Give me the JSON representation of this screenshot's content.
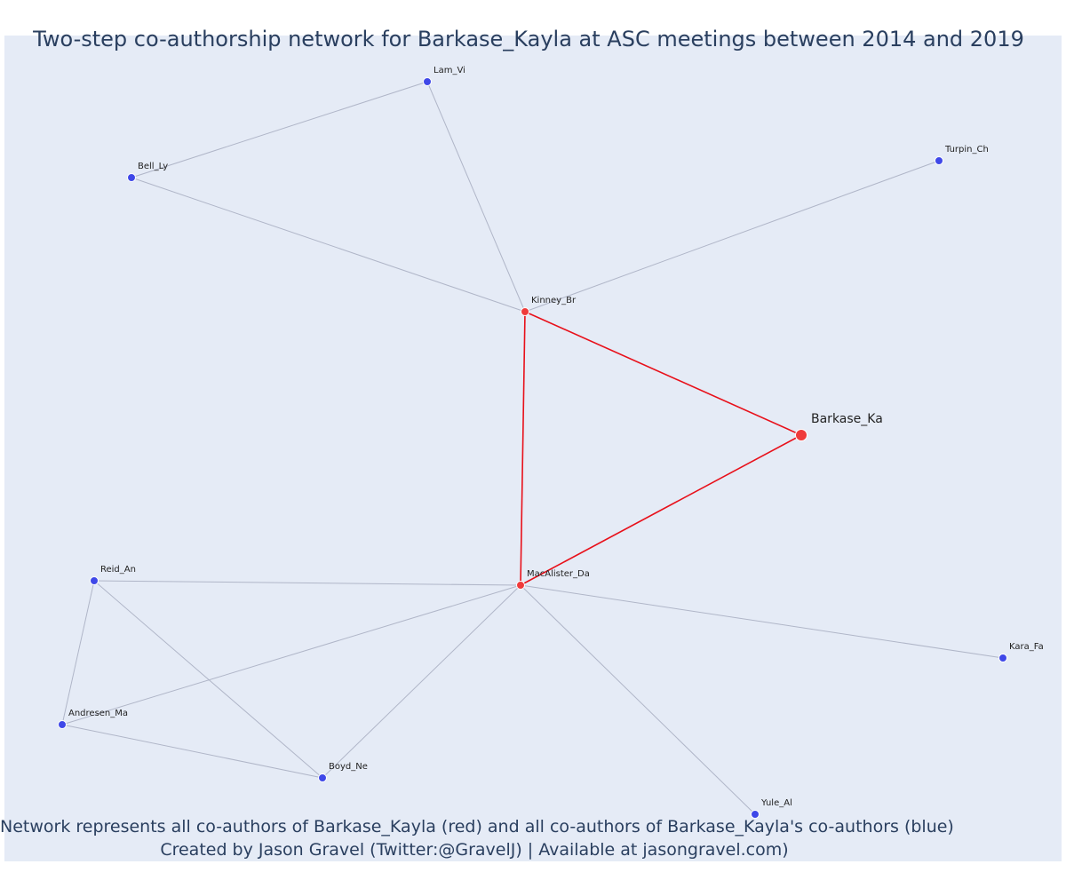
{
  "title": "Two-step co-authorship network for Barkase_Kayla at ASC meetings between 2014 and 2019",
  "caption": {
    "line1": "Network represents all co-authors of Barkase_Kayla (red) and all co-authors of Barkase_Kayla's co-authors (blue)",
    "line2": "Created by Jason Gravel (Twitter:@GravelJ) | Available at jasongravel.com)"
  },
  "colors": {
    "background": "#e5ebf6",
    "red_node": "#ef3b3b",
    "blue_node": "#3f48e8",
    "red_edge": "#e8101a",
    "grey_edge": "#b0b6c8",
    "title_text": "#2a3f5f"
  },
  "nodes": [
    {
      "id": "Lam_Vi",
      "label": "Lam_Vi",
      "group": "blue"
    },
    {
      "id": "Bell_Ly",
      "label": "Bell_Ly",
      "group": "blue"
    },
    {
      "id": "Turpin_Ch",
      "label": "Turpin_Ch",
      "group": "blue"
    },
    {
      "id": "Kinney_Br",
      "label": "Kinney_Br",
      "group": "red"
    },
    {
      "id": "Barkase_Ka",
      "label": "Barkase_Ka",
      "group": "ego"
    },
    {
      "id": "MacAlister_Da",
      "label": "MacAlister_Da",
      "group": "red"
    },
    {
      "id": "Reid_An",
      "label": "Reid_An",
      "group": "blue"
    },
    {
      "id": "Kara_Fa",
      "label": "Kara_Fa",
      "group": "blue"
    },
    {
      "id": "Andresen_Ma",
      "label": "Andresen_Ma",
      "group": "blue"
    },
    {
      "id": "Boyd_Ne",
      "label": "Boyd_Ne",
      "group": "blue"
    },
    {
      "id": "Yule_Al",
      "label": "Yule_Al",
      "group": "blue"
    }
  ],
  "edges": [
    {
      "source": "Bell_Ly",
      "target": "Lam_Vi",
      "type": "grey"
    },
    {
      "source": "Lam_Vi",
      "target": "Kinney_Br",
      "type": "grey"
    },
    {
      "source": "Bell_Ly",
      "target": "Kinney_Br",
      "type": "grey"
    },
    {
      "source": "Turpin_Ch",
      "target": "Kinney_Br",
      "type": "grey"
    },
    {
      "source": "Reid_An",
      "target": "MacAlister_Da",
      "type": "grey"
    },
    {
      "source": "Reid_An",
      "target": "Andresen_Ma",
      "type": "grey"
    },
    {
      "source": "Reid_An",
      "target": "Boyd_Ne",
      "type": "grey"
    },
    {
      "source": "Andresen_Ma",
      "target": "MacAlister_Da",
      "type": "grey"
    },
    {
      "source": "Andresen_Ma",
      "target": "Boyd_Ne",
      "type": "grey"
    },
    {
      "source": "Boyd_Ne",
      "target": "MacAlister_Da",
      "type": "grey"
    },
    {
      "source": "MacAlister_Da",
      "target": "Kara_Fa",
      "type": "grey"
    },
    {
      "source": "MacAlister_Da",
      "target": "Yule_Al",
      "type": "grey"
    },
    {
      "source": "Kinney_Br",
      "target": "Barkase_Ka",
      "type": "red"
    },
    {
      "source": "Kinney_Br",
      "target": "MacAlister_Da",
      "type": "red"
    },
    {
      "source": "MacAlister_Da",
      "target": "Barkase_Ka",
      "type": "red"
    }
  ]
}
